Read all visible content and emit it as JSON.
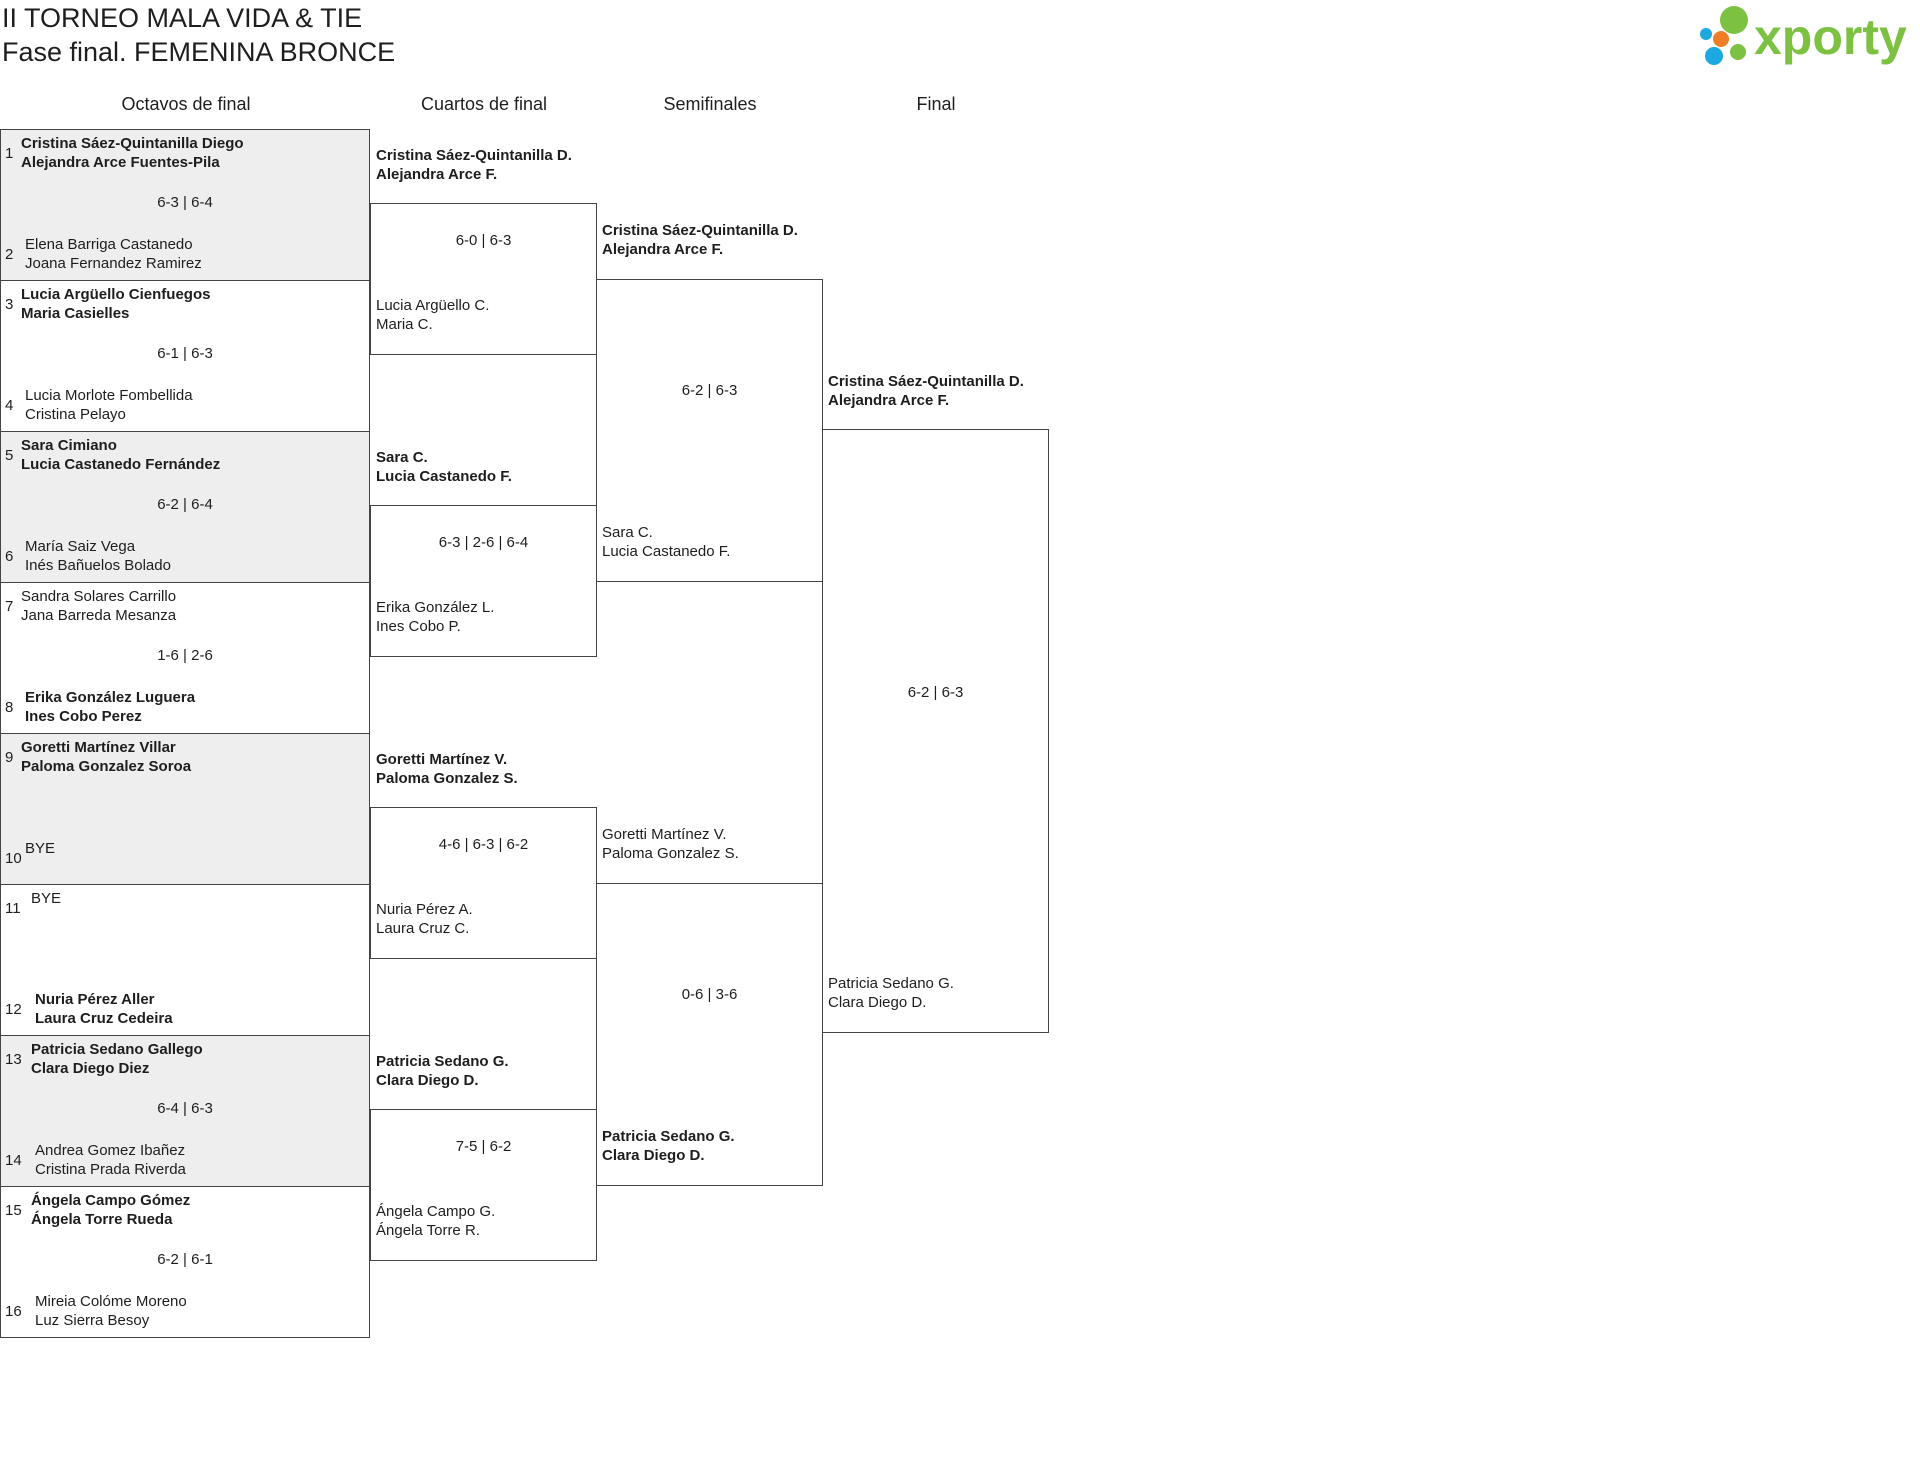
{
  "header": {
    "title": "II TORNEO MALA VIDA & TIE",
    "subtitle": "Fase final. FEMENINA BRONCE",
    "logo_text": "xporty",
    "logo_colors": {
      "green": "#7cc142",
      "orange": "#f07e26",
      "blue": "#1ea8e0"
    }
  },
  "rounds": [
    "Octavos de final",
    "Cuartos de final",
    "Semifinales",
    "Final"
  ],
  "r16": [
    {
      "seed_top": "1",
      "top": [
        "Cristina Sáez-Quintanilla Diego",
        "Alejandra Arce Fuentes-Pila"
      ],
      "top_winner": true,
      "seed_bot": "2",
      "bot": [
        "Elena Barriga Castanedo",
        "Joana Fernandez Ramirez"
      ],
      "bot_winner": false,
      "score": "6-3 | 6-4"
    },
    {
      "seed_top": "3",
      "top": [
        "Lucia Argüello Cienfuegos",
        "Maria Casielles"
      ],
      "top_winner": true,
      "seed_bot": "4",
      "bot": [
        "Lucia Morlote Fombellida",
        "Cristina Pelayo"
      ],
      "bot_winner": false,
      "score": "6-1 | 6-3"
    },
    {
      "seed_top": "5",
      "top": [
        "Sara Cimiano",
        "Lucia Castanedo Fernández"
      ],
      "top_winner": true,
      "seed_bot": "6",
      "bot": [
        "María Saiz Vega",
        "Inés Bañuelos Bolado"
      ],
      "bot_winner": false,
      "score": "6-2 | 6-4"
    },
    {
      "seed_top": "7",
      "top": [
        "Sandra Solares Carrillo",
        "Jana Barreda Mesanza"
      ],
      "top_winner": false,
      "seed_bot": "8",
      "bot": [
        "Erika González Luguera",
        "Ines Cobo Perez"
      ],
      "bot_winner": true,
      "score": "1-6 | 2-6"
    },
    {
      "seed_top": "9",
      "top": [
        "Goretti Martínez Villar",
        "Paloma Gonzalez Soroa"
      ],
      "top_winner": true,
      "seed_bot": "10",
      "bot": [
        "BYE",
        ""
      ],
      "bot_winner": false,
      "score": ""
    },
    {
      "seed_top": "11",
      "top": [
        "BYE",
        ""
      ],
      "top_winner": false,
      "seed_bot": "12",
      "bot": [
        "Nuria Pérez Aller",
        "Laura Cruz Cedeira"
      ],
      "bot_winner": true,
      "score": ""
    },
    {
      "seed_top": "13",
      "top": [
        "Patricia Sedano Gallego",
        "Clara Diego Diez"
      ],
      "top_winner": true,
      "seed_bot": "14",
      "bot": [
        "Andrea Gomez Ibañez",
        "Cristina Prada Riverda"
      ],
      "bot_winner": false,
      "score": "6-4 | 6-3"
    },
    {
      "seed_top": "15",
      "top": [
        "Ángela Campo Gómez",
        "Ángela Torre Rueda"
      ],
      "top_winner": true,
      "seed_bot": "16",
      "bot": [
        "Mireia Colóme Moreno",
        "Luz Sierra Besoy"
      ],
      "bot_winner": false,
      "score": "6-2 | 6-1"
    }
  ],
  "qf": [
    {
      "top": [
        "Cristina Sáez-Quintanilla D.",
        "Alejandra Arce F."
      ],
      "top_winner": true,
      "bot": [
        "Lucia Argüello C.",
        "Maria C."
      ],
      "bot_winner": false,
      "score": "6-0 | 6-3"
    },
    {
      "top": [
        "Sara C.",
        "Lucia Castanedo F."
      ],
      "top_winner": true,
      "bot": [
        "Erika González L.",
        "Ines Cobo P."
      ],
      "bot_winner": false,
      "score": "6-3 | 2-6 | 6-4"
    },
    {
      "top": [
        "Goretti Martínez V.",
        "Paloma Gonzalez S."
      ],
      "top_winner": true,
      "bot": [
        "Nuria Pérez A.",
        "Laura Cruz C."
      ],
      "bot_winner": false,
      "score": "4-6 | 6-3 | 6-2"
    },
    {
      "top": [
        "Patricia Sedano G.",
        "Clara Diego D."
      ],
      "top_winner": true,
      "bot": [
        "Ángela Campo G.",
        "Ángela Torre R."
      ],
      "bot_winner": false,
      "score": "7-5 | 6-2"
    }
  ],
  "sf": [
    {
      "top": [
        "Cristina Sáez-Quintanilla D.",
        "Alejandra Arce F."
      ],
      "top_winner": true,
      "bot": [
        "Sara C.",
        "Lucia Castanedo F."
      ],
      "bot_winner": false,
      "score": "6-2 | 6-3"
    },
    {
      "top": [
        "Goretti Martínez V.",
        "Paloma Gonzalez S."
      ],
      "top_winner": false,
      "bot": [
        "Patricia Sedano G.",
        "Clara Diego D."
      ],
      "bot_winner": true,
      "score": "0-6 | 3-6"
    }
  ],
  "final": [
    {
      "top": [
        "Cristina Sáez-Quintanilla D.",
        "Alejandra Arce F."
      ],
      "top_winner": true,
      "bot": [
        "Patricia Sedano G.",
        "Clara Diego D."
      ],
      "bot_winner": false,
      "score": "6-2 | 6-3"
    }
  ]
}
